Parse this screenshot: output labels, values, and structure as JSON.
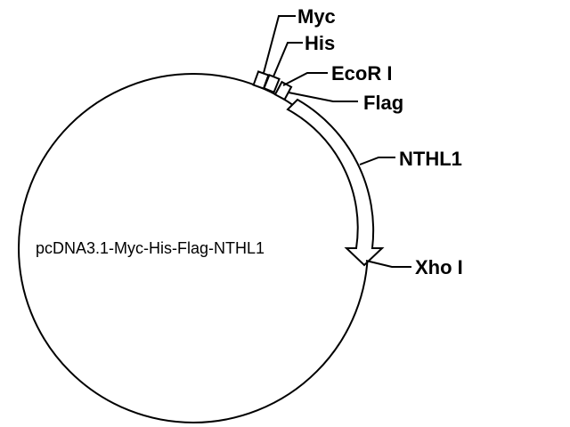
{
  "plasmid": {
    "name": "pcDNA3.1-Myc-His-Flag-NTHL1"
  },
  "features": {
    "myc": "Myc",
    "his": "His",
    "ecori": "EcoR I",
    "flag": "Flag",
    "nthl1": "NTHL1",
    "xhoi": "Xho I"
  },
  "colors": {
    "line": "#000000",
    "background": "#ffffff"
  }
}
